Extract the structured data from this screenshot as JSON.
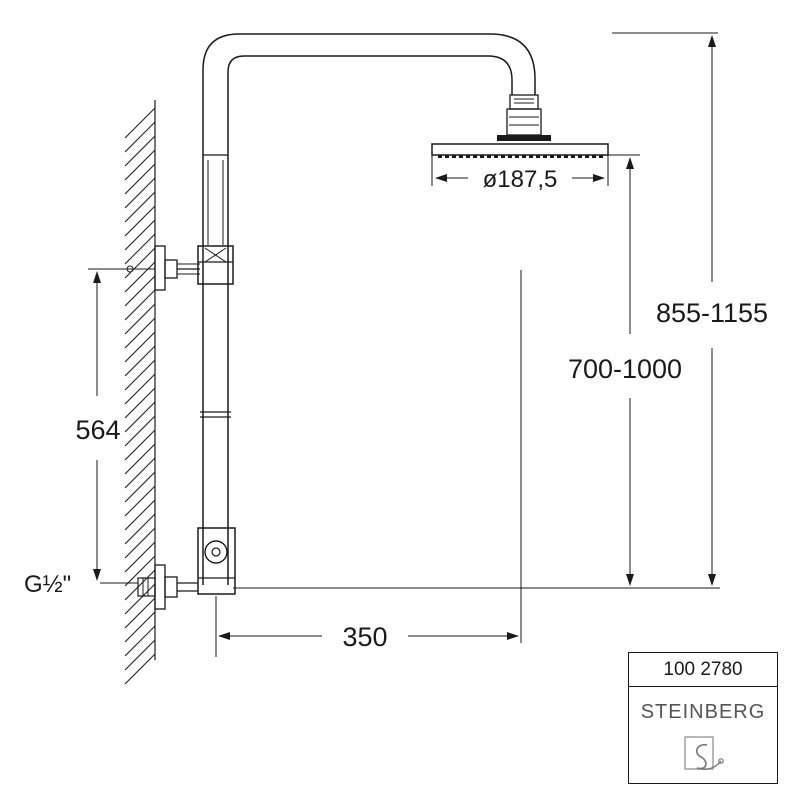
{
  "dimensions": {
    "head_diameter": "ø187,5",
    "total_height": "855-1155",
    "head_height": "700-1000",
    "bracket_spacing": "564",
    "connection_thread": "G½\"",
    "projection": "350"
  },
  "product_badge": {
    "article_number": "100 2780",
    "brand": "STEINBERG",
    "logo_icon": "steinberg-logo-icon"
  }
}
